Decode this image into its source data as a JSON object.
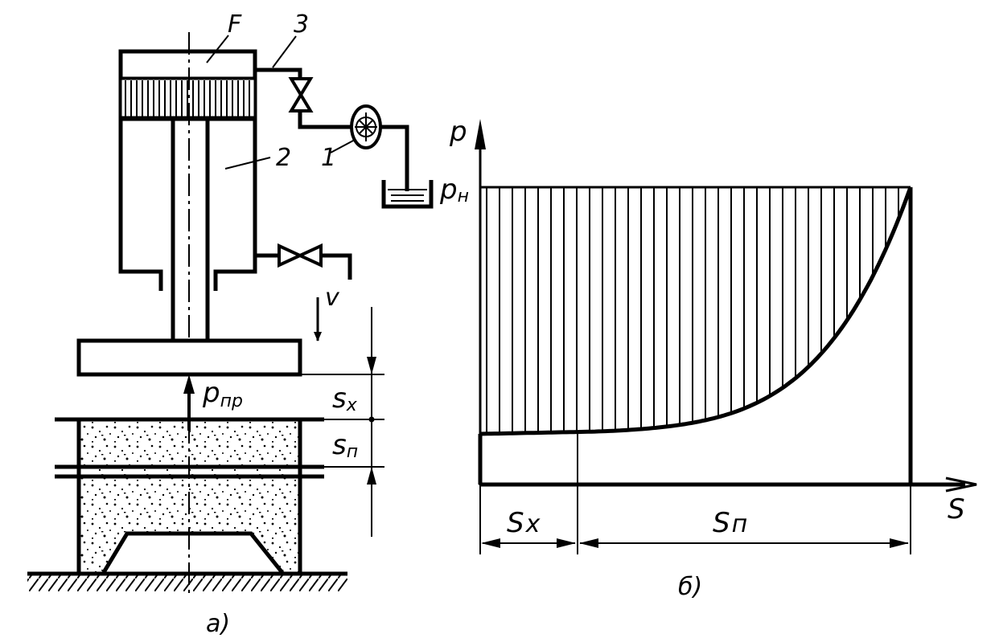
{
  "left_diagram": {
    "label_F": "F",
    "label_1": "1",
    "label_2": "2",
    "label_3": "3",
    "label_v": "v",
    "label_p": "p",
    "label_p_sub": "пр",
    "label_sx": "s",
    "label_sx_sub": "x",
    "label_sn": "s",
    "label_sn_sub": "п",
    "caption": "а)"
  },
  "right_diagram": {
    "axis_y": "p",
    "axis_x": "S",
    "level_label": "p",
    "level_sub": "н",
    "span_sx": "S",
    "span_sx_sub": "x",
    "span_sn": "S",
    "span_sn_sub": "п",
    "caption": "б)"
  },
  "colors": {
    "ink": "#000000",
    "paper": "#ffffff"
  }
}
